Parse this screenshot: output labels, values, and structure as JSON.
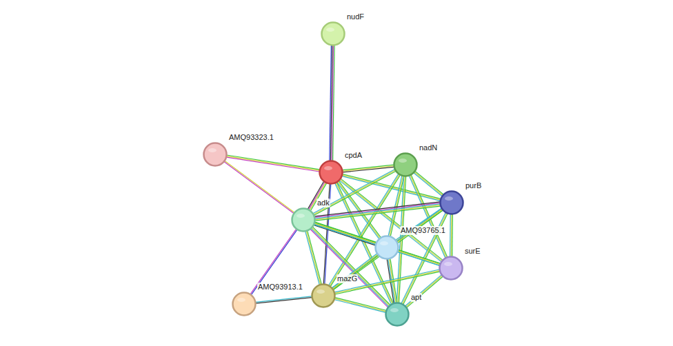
{
  "diagram": {
    "nodes": [
      {
        "text": [
          "nudF"
        ]
      },
      {
        "text": [
          "AMQ93323.1"
        ]
      },
      {
        "text": [
          "cpdA"
        ]
      },
      {
        "text": [
          "nadN"
        ]
      },
      {
        "text": [
          "purB"
        ]
      },
      {
        "text": [
          "adk"
        ]
      },
      {
        "text": [
          "AMQ93765.1"
        ]
      },
      {
        "text": [
          "surE"
        ]
      },
      {
        "text": [
          "AMQ93913.1"
        ]
      },
      {
        "text": [
          "mazG"
        ]
      },
      {
        "text": [
          "apt"
        ]
      }
    ],
    "edges": [
      {
        "from": 0,
        "to": 2,
        "arrow": "none"
      },
      {
        "from": 1,
        "to": 2,
        "arrow": "none"
      },
      {
        "from": 1,
        "to": 5,
        "arrow": "none"
      },
      {
        "from": 2,
        "to": 3,
        "arrow": "none"
      },
      {
        "from": 2,
        "to": 4,
        "arrow": "none"
      },
      {
        "from": 2,
        "to": 5,
        "arrow": "none"
      },
      {
        "from": 2,
        "to": 6,
        "arrow": "none"
      },
      {
        "from": 2,
        "to": 7,
        "arrow": "none"
      },
      {
        "from": 2,
        "to": 9,
        "arrow": "none"
      },
      {
        "from": 2,
        "to": 10,
        "arrow": "none"
      },
      {
        "from": 3,
        "to": 4,
        "arrow": "none"
      },
      {
        "from": 3,
        "to": 5,
        "arrow": "none"
      },
      {
        "from": 3,
        "to": 6,
        "arrow": "none"
      },
      {
        "from": 3,
        "to": 7,
        "arrow": "none"
      },
      {
        "from": 3,
        "to": 9,
        "arrow": "none"
      },
      {
        "from": 3,
        "to": 10,
        "arrow": "none"
      },
      {
        "from": 4,
        "to": 5,
        "arrow": "none"
      },
      {
        "from": 4,
        "to": 6,
        "arrow": "none"
      },
      {
        "from": 4,
        "to": 7,
        "arrow": "none"
      },
      {
        "from": 4,
        "to": 10,
        "arrow": "none"
      },
      {
        "from": 4,
        "to": 9,
        "arrow": "none"
      },
      {
        "from": 5,
        "to": 6,
        "arrow": "none"
      },
      {
        "from": 5,
        "to": 7,
        "arrow": "none"
      },
      {
        "from": 5,
        "to": 9,
        "arrow": "none"
      },
      {
        "from": 5,
        "to": 10,
        "arrow": "none"
      },
      {
        "from": 5,
        "to": 8,
        "arrow": "none"
      },
      {
        "from": 6,
        "to": 7,
        "arrow": "none"
      },
      {
        "from": 6,
        "to": 9,
        "arrow": "none"
      },
      {
        "from": 6,
        "to": 10,
        "arrow": "none"
      },
      {
        "from": 7,
        "to": 10,
        "arrow": "none"
      },
      {
        "from": 7,
        "to": 9,
        "arrow": "none"
      },
      {
        "from": 9,
        "to": 10,
        "arrow": "none"
      },
      {
        "from": 8,
        "to": 9,
        "arrow": "none"
      }
    ]
  }
}
